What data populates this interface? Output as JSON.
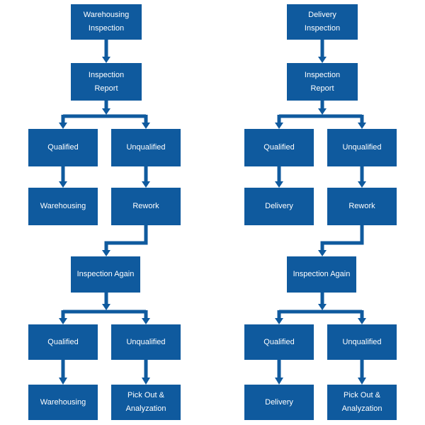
{
  "colors": {
    "box_fill": "#0F5A9E",
    "box_text": "#FFFFFF",
    "connector": "#0F5A9E",
    "background": "#FFFFFF"
  },
  "charts": [
    {
      "id": "warehousing-inspection-flow",
      "nodes": {
        "start": "Warehousing\nInspection",
        "report": "Inspection\nReport",
        "qualified_1": "Qualified",
        "unqualified_1": "Unqualified",
        "pass_1": "Warehousing",
        "rework": "Rework",
        "again": "Inspection Again",
        "qualified_2": "Qualified",
        "unqualified_2": "Unqualified",
        "pass_2": "Warehousing",
        "pick_out": "Pick Out &\nAnalyzation"
      }
    },
    {
      "id": "delivery-inspection-flow",
      "nodes": {
        "start": "Delivery\nInspection",
        "report": "Inspection\nReport",
        "qualified_1": "Qualified",
        "unqualified_1": "Unqualified",
        "pass_1": "Delivery",
        "rework": "Rework",
        "again": "Inspection Again",
        "qualified_2": "Qualified",
        "unqualified_2": "Unqualified",
        "pass_2": "Delivery",
        "pick_out": "Pick Out &\nAnalyzation"
      }
    }
  ]
}
